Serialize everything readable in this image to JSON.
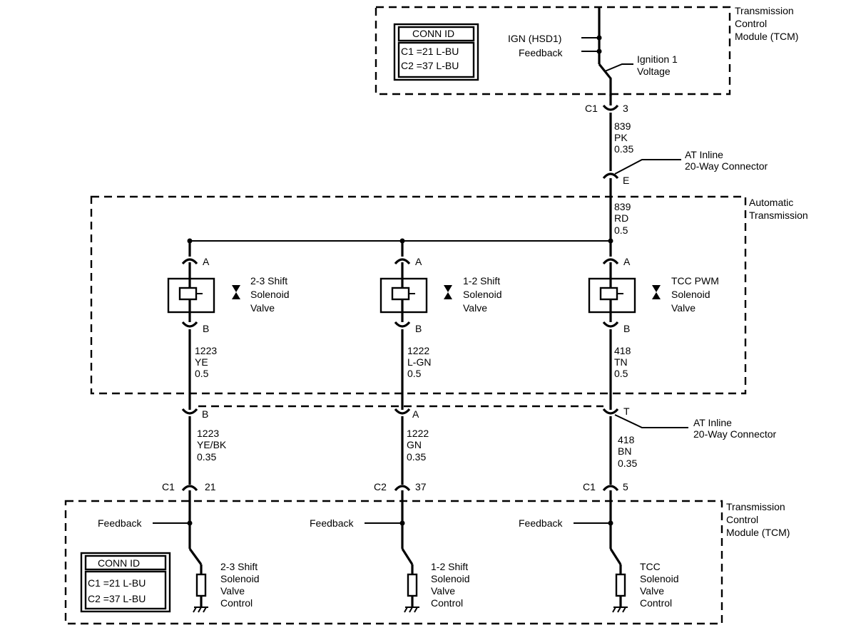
{
  "tcm_top": {
    "label": [
      "Transmission",
      "Control",
      "Module (TCM)"
    ],
    "conn_id": {
      "header": "CONN ID",
      "rows": [
        "C1 =21 L-BU",
        "C2 =37 L-BU"
      ]
    },
    "pin_ign": "IGN (HSD1)",
    "pin_feedback": "Feedback",
    "ignition_label": [
      "Ignition 1",
      "Voltage"
    ]
  },
  "conn_c1_top": {
    "name": "C1",
    "pin": "3"
  },
  "wire_839_pk": [
    "839",
    "PK",
    "0.35"
  ],
  "inline_connector_top": {
    "label": [
      "AT Inline",
      "20-Way Connector"
    ],
    "pin": "E"
  },
  "auto_trans": {
    "label": [
      "Automatic",
      "Transmission"
    ],
    "wire_839_rd": [
      "839",
      "RD",
      "0.5"
    ]
  },
  "solenoids": [
    {
      "pin_a": "A",
      "pin_b": "B",
      "label": [
        "2-3 Shift",
        "Solenoid",
        "Valve"
      ],
      "wire": [
        "1223",
        "YE",
        "0.5"
      ]
    },
    {
      "pin_a": "A",
      "pin_b": "B",
      "label": [
        "1-2 Shift",
        "Solenoid",
        "Valve"
      ],
      "wire": [
        "1222",
        "L-GN",
        "0.5"
      ]
    },
    {
      "pin_a": "A",
      "pin_b": "B",
      "label": [
        "TCC PWM",
        "Solenoid",
        "Valve"
      ],
      "wire": [
        "418",
        "TN",
        "0.5"
      ]
    }
  ],
  "inline_connector_bottom": {
    "label": [
      "AT Inline",
      "20-Way Connector"
    ],
    "pins": [
      "B",
      "A",
      "T"
    ]
  },
  "lower_wires": [
    {
      "lines": [
        "1223",
        "YE/BK",
        "0.35"
      ],
      "conn": "C1",
      "pin": "21"
    },
    {
      "lines": [
        "1222",
        "GN",
        "0.35"
      ],
      "conn": "C2",
      "pin": "37"
    },
    {
      "lines": [
        "418",
        "BN",
        "0.35"
      ],
      "conn": "C1",
      "pin": "5"
    }
  ],
  "tcm_bottom": {
    "label": [
      "Transmission",
      "Control",
      "Module (TCM)"
    ],
    "conn_id": {
      "header": "CONN ID",
      "rows": [
        "C1 =21 L-BU",
        "C2 =37 L-BU"
      ]
    },
    "drivers": [
      {
        "feedback": "Feedback",
        "label": [
          "2-3 Shift",
          "Solenoid",
          "Valve",
          "Control"
        ]
      },
      {
        "feedback": "Feedback",
        "label": [
          "1-2 Shift",
          "Solenoid",
          "Valve",
          "Control"
        ]
      },
      {
        "feedback": "Feedback",
        "label": [
          "TCC",
          "Solenoid",
          "Valve",
          "Control"
        ]
      }
    ]
  }
}
